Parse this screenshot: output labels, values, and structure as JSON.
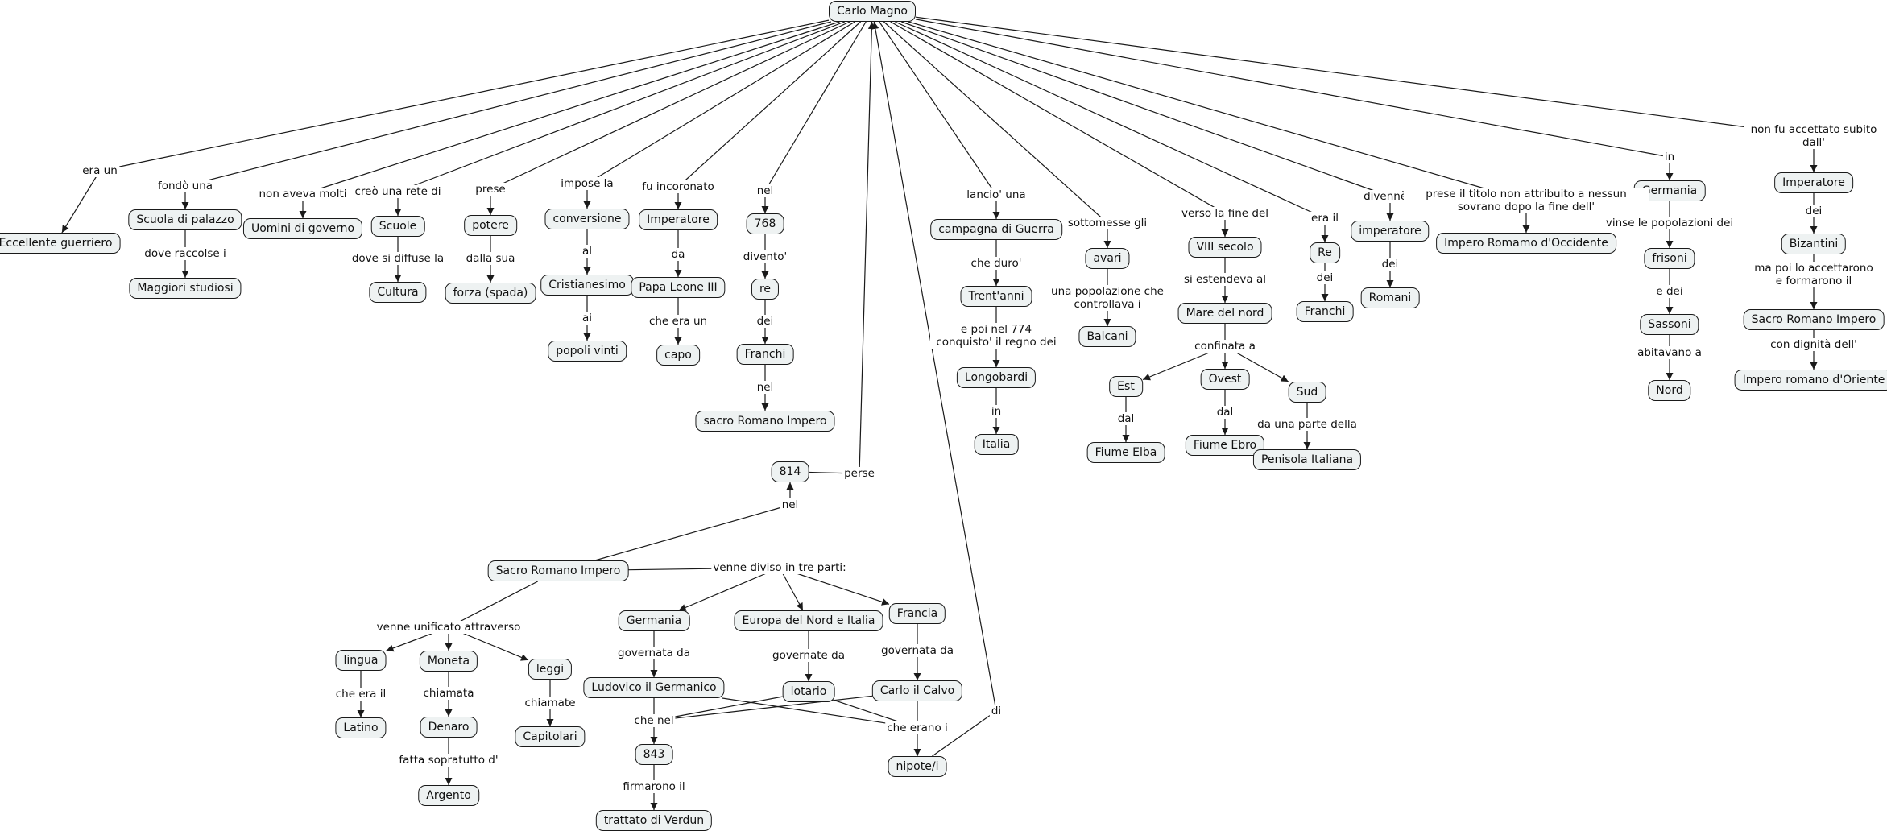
{
  "concepts": {
    "carlo": "Carlo Magno",
    "eccellente": "Eccellente guerriero",
    "scuola_pal": "Scuola di palazzo",
    "maggiori": "Maggiori studiosi",
    "uomini": "Uomini di governo",
    "scuole": "Scuole",
    "cultura": "Cultura",
    "potere": "potere",
    "forza": "forza (spada)",
    "conversione": "conversione",
    "cristianesimo": "Cristianesimo",
    "popoli": "popoli vinti",
    "imperatore1": "Imperatore",
    "papa": "Papa Leone III",
    "capo": "capo",
    "n768": "768",
    "re1": "re",
    "franchi1": "Franchi",
    "sacro_rom1": "sacro Romano Impero",
    "n814": "814",
    "campagna": "campagna di Guerra",
    "trentanni": "Trent'anni",
    "longobardi": "Longobardi",
    "italia": "Italia",
    "avari": "avari",
    "balcani": "Balcani",
    "viii": "VIII secolo",
    "mare": "Mare del nord",
    "est": "Est",
    "ovest": "Ovest",
    "sud": "Sud",
    "elba": "Fiume Elba",
    "ebro": "Fiume Ebro",
    "penisola": "Penisola Italiana",
    "re2": "Re",
    "franchi2": "Franchi",
    "imperatore_lc": "imperatore",
    "romani": "Romani",
    "imp_occ": "Impero Romamo d'Occidente",
    "germania1": "Germania",
    "frisoni": "frisoni",
    "sassoni": "Sassoni",
    "nord": "Nord",
    "imperatore2": "Imperatore",
    "bizantini": "Bizantini",
    "sacro_rom2": "Sacro Romano Impero",
    "imp_oriente": "Impero romano d'Oriente",
    "sacro_rom3": "Sacro Romano Impero",
    "lingua": "lingua",
    "moneta": "Moneta",
    "leggi": "leggi",
    "latino": "Latino",
    "denaro": "Denaro",
    "argento": "Argento",
    "capitolari": "Capitolari",
    "germania2": "Germania",
    "europa": "Europa del Nord e Italia",
    "francia": "Francia",
    "ludovico": "Ludovico il Germanico",
    "lotario": "lotario",
    "carlo_calvo": "Carlo il Calvo",
    "n843": "843",
    "nipoti": "nipote/i",
    "verdun": "trattato di Verdun"
  },
  "links": {
    "era_un": "era un",
    "fondo": "fondò una",
    "non_aveva": "non aveva molti",
    "creo": "creò una rete di",
    "prese": "prese",
    "impose": "impose la",
    "incoronato": "fu incoronato",
    "nel1": "nel",
    "lancio": "lancio' una",
    "sottomesse": "sottomesse gli",
    "verso": "verso la fine del",
    "era_il": "era il",
    "divenne": "divennè l'",
    "prese_titolo": "prese il titolo non attribuito a nessun sovrano dopo la fine dell'",
    "in1": "in",
    "non_fu": "non fu accettato subito dall'",
    "dove_raccolse": "dove raccolse i",
    "dove_diffuse": "dove si diffuse la",
    "dalla_sua": "dalla sua",
    "al": "al",
    "ai": "ai",
    "da": "da",
    "che_era_un": "che era un",
    "divento": "divento'",
    "dei1": "dei",
    "nel2": "nel",
    "che_duro": "che duro'",
    "e_poi": "e poi nel 774 conquisto' il regno dei",
    "in2": "in",
    "una_popolazione": "una popolazione che controllava i",
    "si_estendeva": "si estendeva al",
    "confinata": "confinata a",
    "dal1": "dal",
    "dal2": "dal",
    "da_una_parte": "da una parte della",
    "dei2": "dei",
    "dei3": "dei",
    "vinse": "vinse le popolazioni dei",
    "e_dei": "e dei",
    "abitavano": "abitavano a",
    "dei4": "dei",
    "ma_poi": "ma poi lo accettarono e formarono il",
    "con_dignita": "con dignità dell'",
    "perse": "perse",
    "nel3": "nel",
    "venne_diviso": "venne diviso in tre parti:",
    "venne_unificato": "venne unificato attraverso",
    "che_era_il": "che era il",
    "chiamata": "chiamata",
    "fatta": "fatta sopratutto d'",
    "chiamate": "chiamate",
    "governata1": "governata da",
    "governate": "governate da",
    "governata2": "governata da",
    "che_nel": "che nel",
    "che_erano": "che erano i",
    "di": "di",
    "firmarono": "firmarono il"
  }
}
